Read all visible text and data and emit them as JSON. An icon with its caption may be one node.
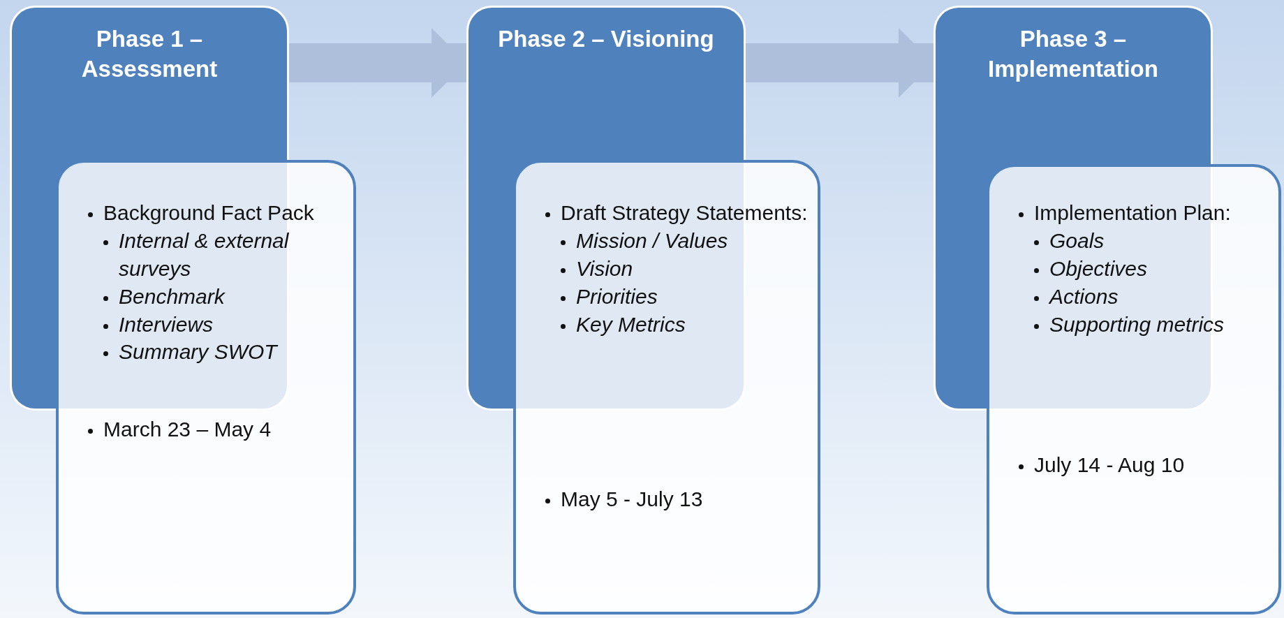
{
  "diagram": {
    "nodes": [
      {
        "text": [
          "Phase 1 – Assessment"
        ]
      },
      {
        "text": [
          "Background Fact Pack",
          "Internal & external surveys",
          "Benchmark",
          "Interviews",
          "Summary SWOT",
          "March 23 – May 4"
        ]
      },
      {
        "text": [
          "Phase 2 – Visioning"
        ]
      },
      {
        "text": [
          "Draft Strategy Statements:",
          "Mission / Values",
          "Vision",
          "Priorities",
          "Key Metrics",
          "May 5 - July 13"
        ]
      },
      {
        "text": [
          "Phase 3 – Implementation"
        ]
      },
      {
        "text": [
          "Implementation Plan:",
          "Goals",
          "Objectives",
          "Actions",
          "Supporting metrics",
          "July 14 - Aug 10"
        ]
      }
    ],
    "edges": [
      {
        "from": 0,
        "to": 2,
        "arrow": "to"
      },
      {
        "from": 2,
        "to": 4,
        "arrow": "to"
      }
    ]
  }
}
